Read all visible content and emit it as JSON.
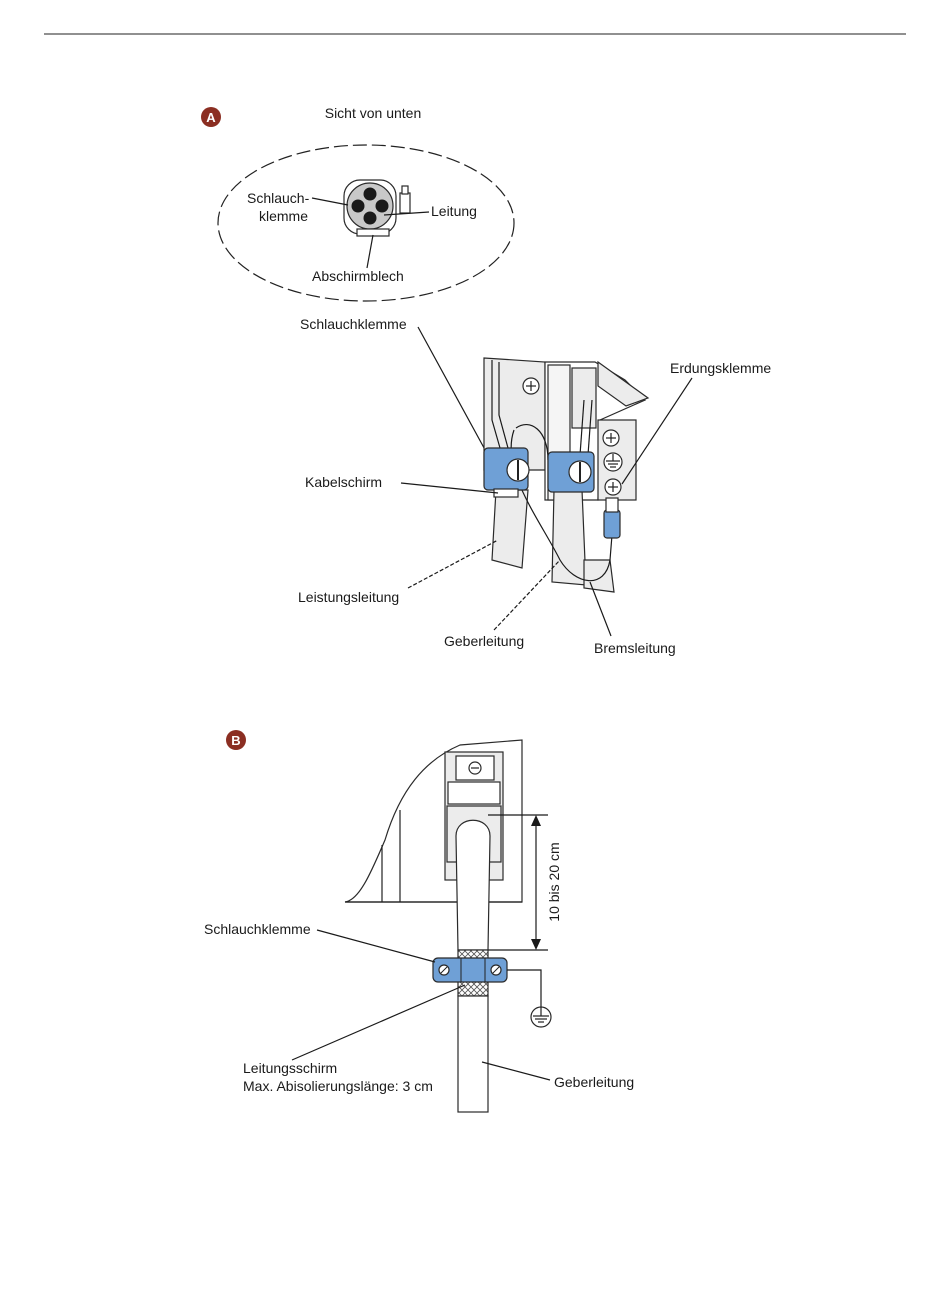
{
  "colors": {
    "badge": "#8b2e22",
    "clamp_blue": "#6fa0d6",
    "line": "#1a1a1a"
  },
  "section_a": {
    "badge": "A",
    "view_title": "Sicht von unten",
    "labels": {
      "schlauchklemme_inset_line1": "Schlauch-",
      "schlauchklemme_inset_line2": "klemme",
      "leitung": "Leitung",
      "abschirmblech": "Abschirmblech",
      "schlauchklemme": "Schlauchklemme",
      "erdungsklemme": "Erdungsklemme",
      "kabelschirm": "Kabelschirm",
      "leistungsleitung": "Leistungsleitung",
      "geberleitung": "Geberleitung",
      "bremsleitung": "Bremsleitung"
    },
    "icons": [
      "ground-icon",
      "screw-icon"
    ]
  },
  "section_b": {
    "badge": "B",
    "labels": {
      "schlauchklemme": "Schlauchklemme",
      "dimension": "10 bis 20 cm",
      "leitungsschirm": "Leitungsschirm",
      "abisolierung": "Max. Abisolierungslänge: 3 cm",
      "geberleitung": "Geberleitung"
    },
    "icons": [
      "ground-icon",
      "screw-icon",
      "dimension-arrow-icon"
    ]
  }
}
